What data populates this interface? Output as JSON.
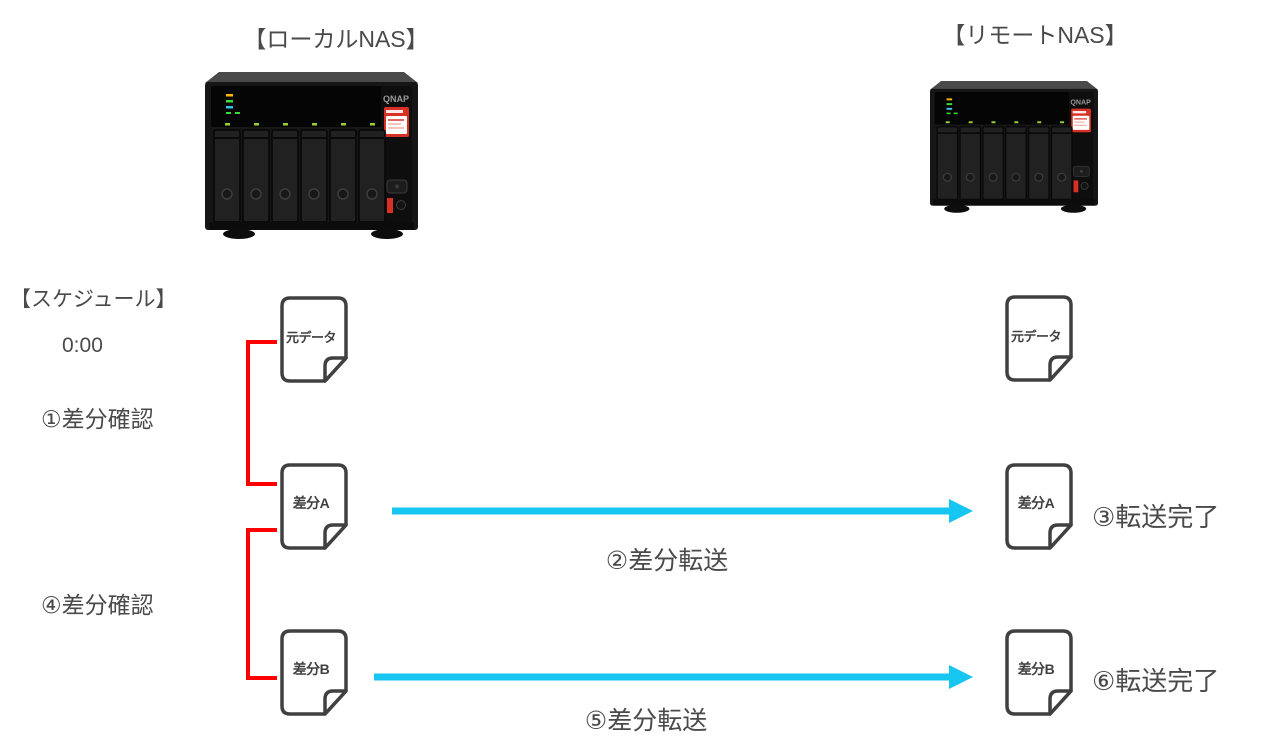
{
  "diagram": {
    "local_nas": {
      "title": "【ローカルNAS】",
      "brand": "QNAP"
    },
    "remote_nas": {
      "title": "【リモートNAS】",
      "brand": "QNAP"
    },
    "schedule": {
      "title": "【スケジュール】",
      "time": "0:00",
      "step1_label": "①差分確認",
      "step4_label": "④差分確認"
    },
    "documents": {
      "local": [
        "元データ",
        "差分A",
        "差分B"
      ],
      "remote": [
        "元データ",
        "差分A",
        "差分B"
      ]
    },
    "transfers": {
      "step2_label": "②差分転送",
      "step5_label": "⑤差分転送"
    },
    "completions": {
      "step3_label": "③転送完了",
      "step6_label": "⑥転送完了"
    },
    "colors": {
      "connector_red": "#ff0000",
      "arrow_cyan": "#17c6f0",
      "text_gray": "#4a4a4a",
      "doc_border": "#404040"
    }
  }
}
